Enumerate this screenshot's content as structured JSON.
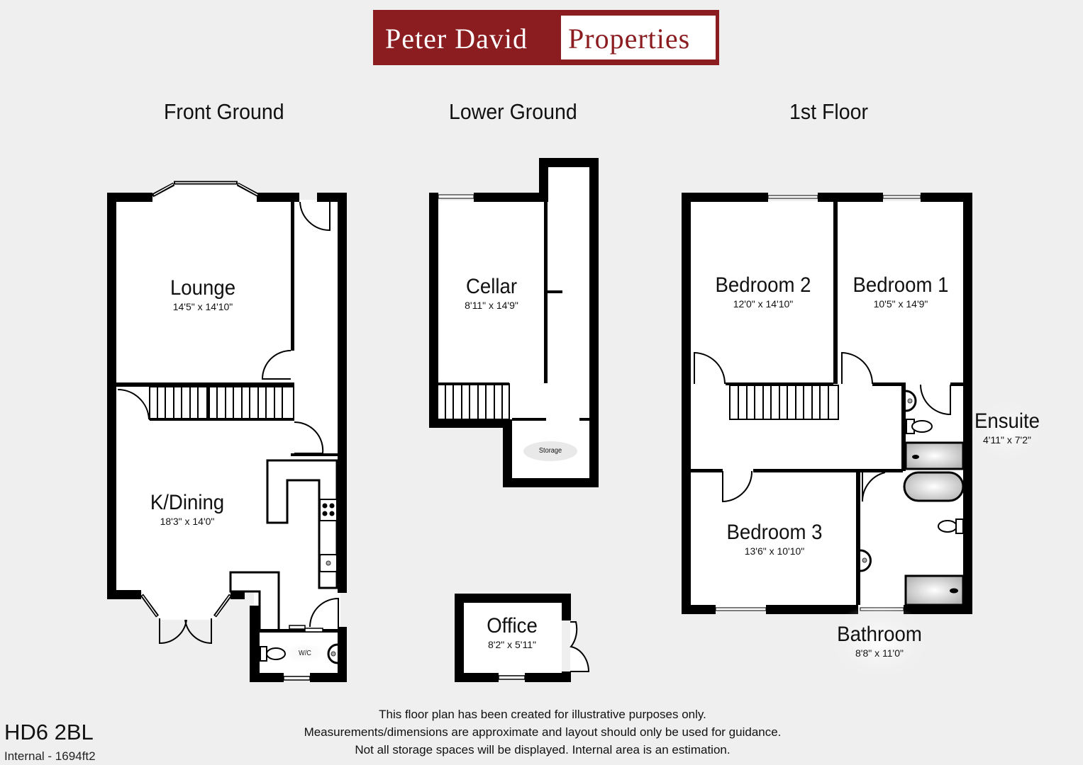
{
  "logo": {
    "part1": "Peter David",
    "part2": "Properties",
    "brand_color": "#8b1c20"
  },
  "floors": [
    {
      "title": "Front Ground"
    },
    {
      "title": "Lower Ground"
    },
    {
      "title": "1st Floor"
    }
  ],
  "rooms": {
    "lounge": {
      "name": "Lounge",
      "dim": "14'5\" x 14'10\""
    },
    "kdining": {
      "name": "K/Dining",
      "dim": "18'3\" x 14'0\""
    },
    "wc": {
      "name": "W/C"
    },
    "cellar": {
      "name": "Cellar",
      "dim": "8'11\" x 14'9\""
    },
    "storage": {
      "name": "Storage"
    },
    "office": {
      "name": "Office",
      "dim": "8'2\" x 5'11\""
    },
    "bedroom2": {
      "name": "Bedroom 2",
      "dim": "12'0\" x 14'10\""
    },
    "bedroom1": {
      "name": "Bedroom 1",
      "dim": "10'5\" x 14'9\""
    },
    "ensuite": {
      "name": "Ensuite",
      "dim": "4'11\" x 7'2\""
    },
    "bedroom3": {
      "name": "Bedroom 3",
      "dim": "13'6\" x 10'10\""
    },
    "bathroom": {
      "name": "Bathroom",
      "dim": "8'8\" x 11'0\""
    }
  },
  "disclaimer": {
    "line1": "This floor plan has been created for illustrative purposes only.",
    "line2": "Measurements/dimensions are approximate and layout should only be used for guidance.",
    "line3": "Not all storage spaces will be displayed. Internal area is an estimation."
  },
  "footer": {
    "postcode": "HD6 2BL",
    "internal_area": "Internal - 1694ft2"
  }
}
